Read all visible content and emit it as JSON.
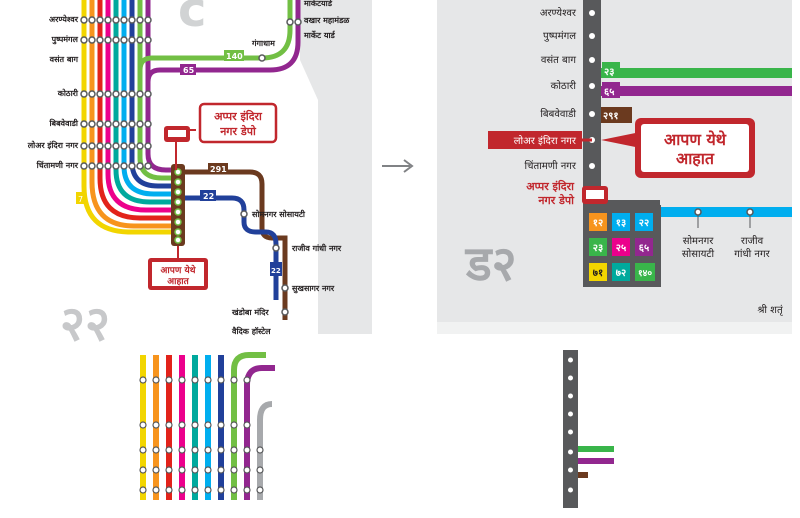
{
  "left_map": {
    "stops_left": [
      "अरण्येश्वर",
      "पुष्पमंगल",
      "वसंत बाग",
      "कोठारी",
      "बिबवेवाडी",
      "लोअर इंदिरा नगर",
      "चिंतामणी नगर"
    ],
    "stops_right_top": [
      "वखार महामंडळ",
      "मार्केटयार्ड",
      "मार्केट यार्ड",
      "गंगाधाम"
    ],
    "stops_right_bottom": [
      "सोमनगर सोसायटी",
      "राजीव गांधी नगर",
      "सुखसागर नगर",
      "खंडोबा मंदिर",
      "वैदिक हॉस्टेल"
    ],
    "route_labels": {
      "r140": "140",
      "r65": "65",
      "r291": "291",
      "r22": "22",
      "r22b": "22",
      "r7": "7"
    },
    "depot_label": "अप्पर इंदिरा नगर डेपो",
    "depot_line1": "अप्पर इंदिरा",
    "depot_line2": "नगर डेपो",
    "you_are_here_line1": "आपण येथे",
    "you_are_here_line2": "आहात",
    "zone_number": "२२"
  },
  "arrow": "→",
  "right_map": {
    "stops": [
      "अरण्येश्वर",
      "पुष्पमंगल",
      "वसंत बाग",
      "कोठारी",
      "बिबवेवाडी",
      "लोअर इंदिरा नगर",
      "चिंतामणी नगर"
    ],
    "depot_line1": "अप्पर इंदिरा",
    "depot_line2": "नगर डेपो",
    "you_are_here_line1": "आपण येथे",
    "you_are_here_line2": "आहात",
    "zone_label": "ड२",
    "route_labels": {
      "r23": "२३",
      "r65": "६५",
      "r291": "२९१"
    },
    "route_grid": [
      "१२",
      "१३",
      "२२",
      "२३",
      "२५",
      "६५",
      "७१",
      "७२",
      "१४०"
    ],
    "stops_bottom": [
      "सोमनगर",
      "सोसायटी",
      "राजीव",
      "गांधी नगर",
      "श्री शतृं"
    ]
  },
  "colors": {
    "yellow": "#f2d500",
    "orange": "#f7941d",
    "red": "#e2231a",
    "pink": "#ec008c",
    "teal": "#00a99d",
    "blue": "#00aeef",
    "navy": "#21409a",
    "green": "#72bf44",
    "purple": "#92278f",
    "brown": "#6b3a1f",
    "grey": "#58595b",
    "depot_red": "#c1272d"
  }
}
